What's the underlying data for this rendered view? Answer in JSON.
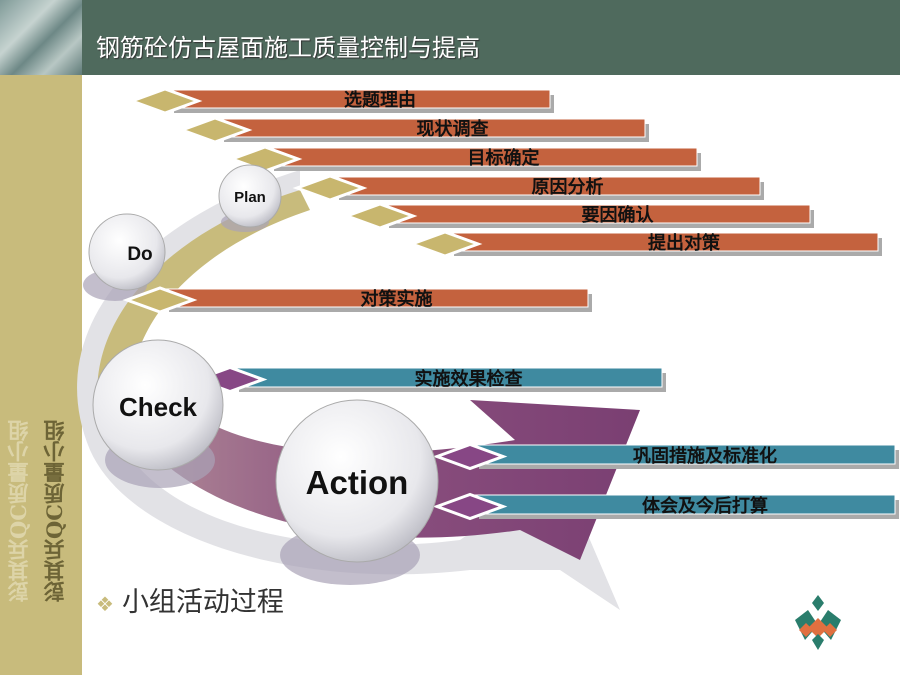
{
  "header": {
    "title": "钢筋砼仿古屋面施工质量控制与提高"
  },
  "sidebar": {
    "vertical_text_light": "彭其兵QC质量小组",
    "vertical_text_dark": "彭其兵QC质量小组"
  },
  "cycle": {
    "plan": "Plan",
    "do": "Do",
    "check": "Check",
    "action": "Action"
  },
  "steps": {
    "plan": [
      "选题理由",
      "现状调查",
      "目标确定",
      "原因分析",
      "要因确认",
      "提出对策"
    ],
    "do": [
      "对策实施"
    ],
    "check": [
      "实施效果检查"
    ],
    "action": [
      "巩固措施及标准化",
      "体会及今后打算"
    ]
  },
  "subtitle": {
    "bullet": "❖",
    "text": "小组活动过程"
  },
  "colors": {
    "header": "#4f6a5d",
    "sidebar": "#c8bb7c",
    "plan_bar": "#c4623e",
    "check_bar": "#3f8aa0",
    "diamond_tan": "#c8b66e",
    "diamond_purple": "#874785",
    "arrow": "#8a4f7e"
  }
}
